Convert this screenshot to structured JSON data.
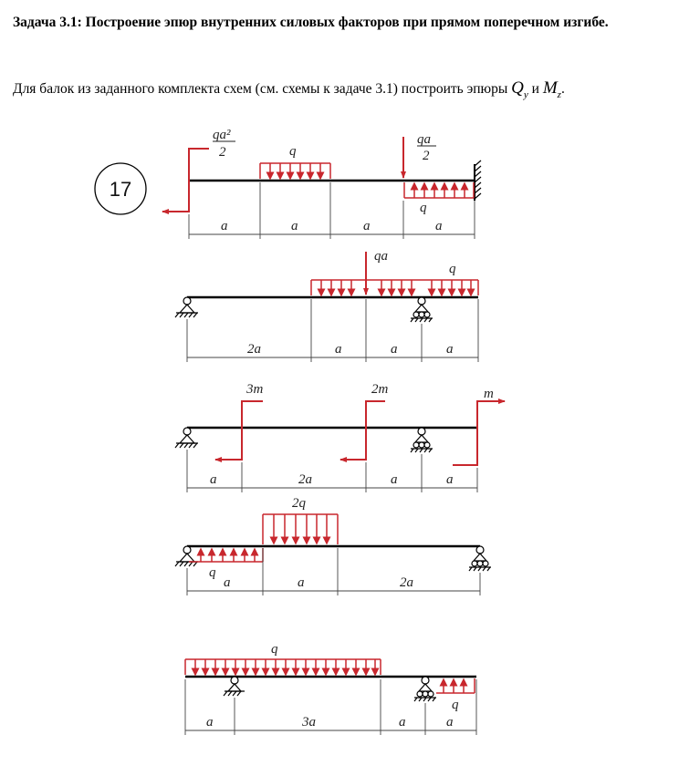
{
  "header": {
    "title": "Задача 3.1: Построение эпюр внутренних силовых факторов при прямом поперечном изгибе.",
    "task_text": "Для балок из заданного комплекта схем (см. схемы к задаче 3.1) построить эпюры",
    "symbol_q": "Q",
    "symbol_q_sub": "y",
    "conj": "и",
    "symbol_m": "M",
    "symbol_m_sub": "z",
    "period": "."
  },
  "variant_number": "17",
  "colors": {
    "load": "#c8272d",
    "beam": "#000000",
    "dim": "#444444"
  },
  "schemes": [
    {
      "id": "scheme-1",
      "moment_label_num": "qa²",
      "moment_label_den": "2",
      "force_label_num": "qa",
      "force_label_den": "2",
      "distributed_labels": [
        "q",
        "q"
      ],
      "support": "fixed-right",
      "dims": [
        "a",
        "a",
        "a",
        "a"
      ]
    },
    {
      "id": "scheme-2",
      "force_label": "qa",
      "distributed_label": "q",
      "supports": [
        "pin-left",
        "roller"
      ],
      "dims": [
        "2a",
        "a",
        "a",
        "a"
      ]
    },
    {
      "id": "scheme-3",
      "moment_labels": [
        "3m",
        "2m",
        "m"
      ],
      "supports": [
        "pin-left",
        "roller"
      ],
      "dims": [
        "a",
        "2a",
        "a",
        "a"
      ]
    },
    {
      "id": "scheme-4",
      "distributed_labels": [
        "2q",
        "q"
      ],
      "supports": [
        "pin-left",
        "roller-right"
      ],
      "dims": [
        "a",
        "a",
        "2a"
      ]
    },
    {
      "id": "scheme-5",
      "distributed_labels": [
        "q",
        "q"
      ],
      "supports": [
        "pin",
        "roller"
      ],
      "dims": [
        "a",
        "3a",
        "a",
        "a"
      ]
    }
  ]
}
